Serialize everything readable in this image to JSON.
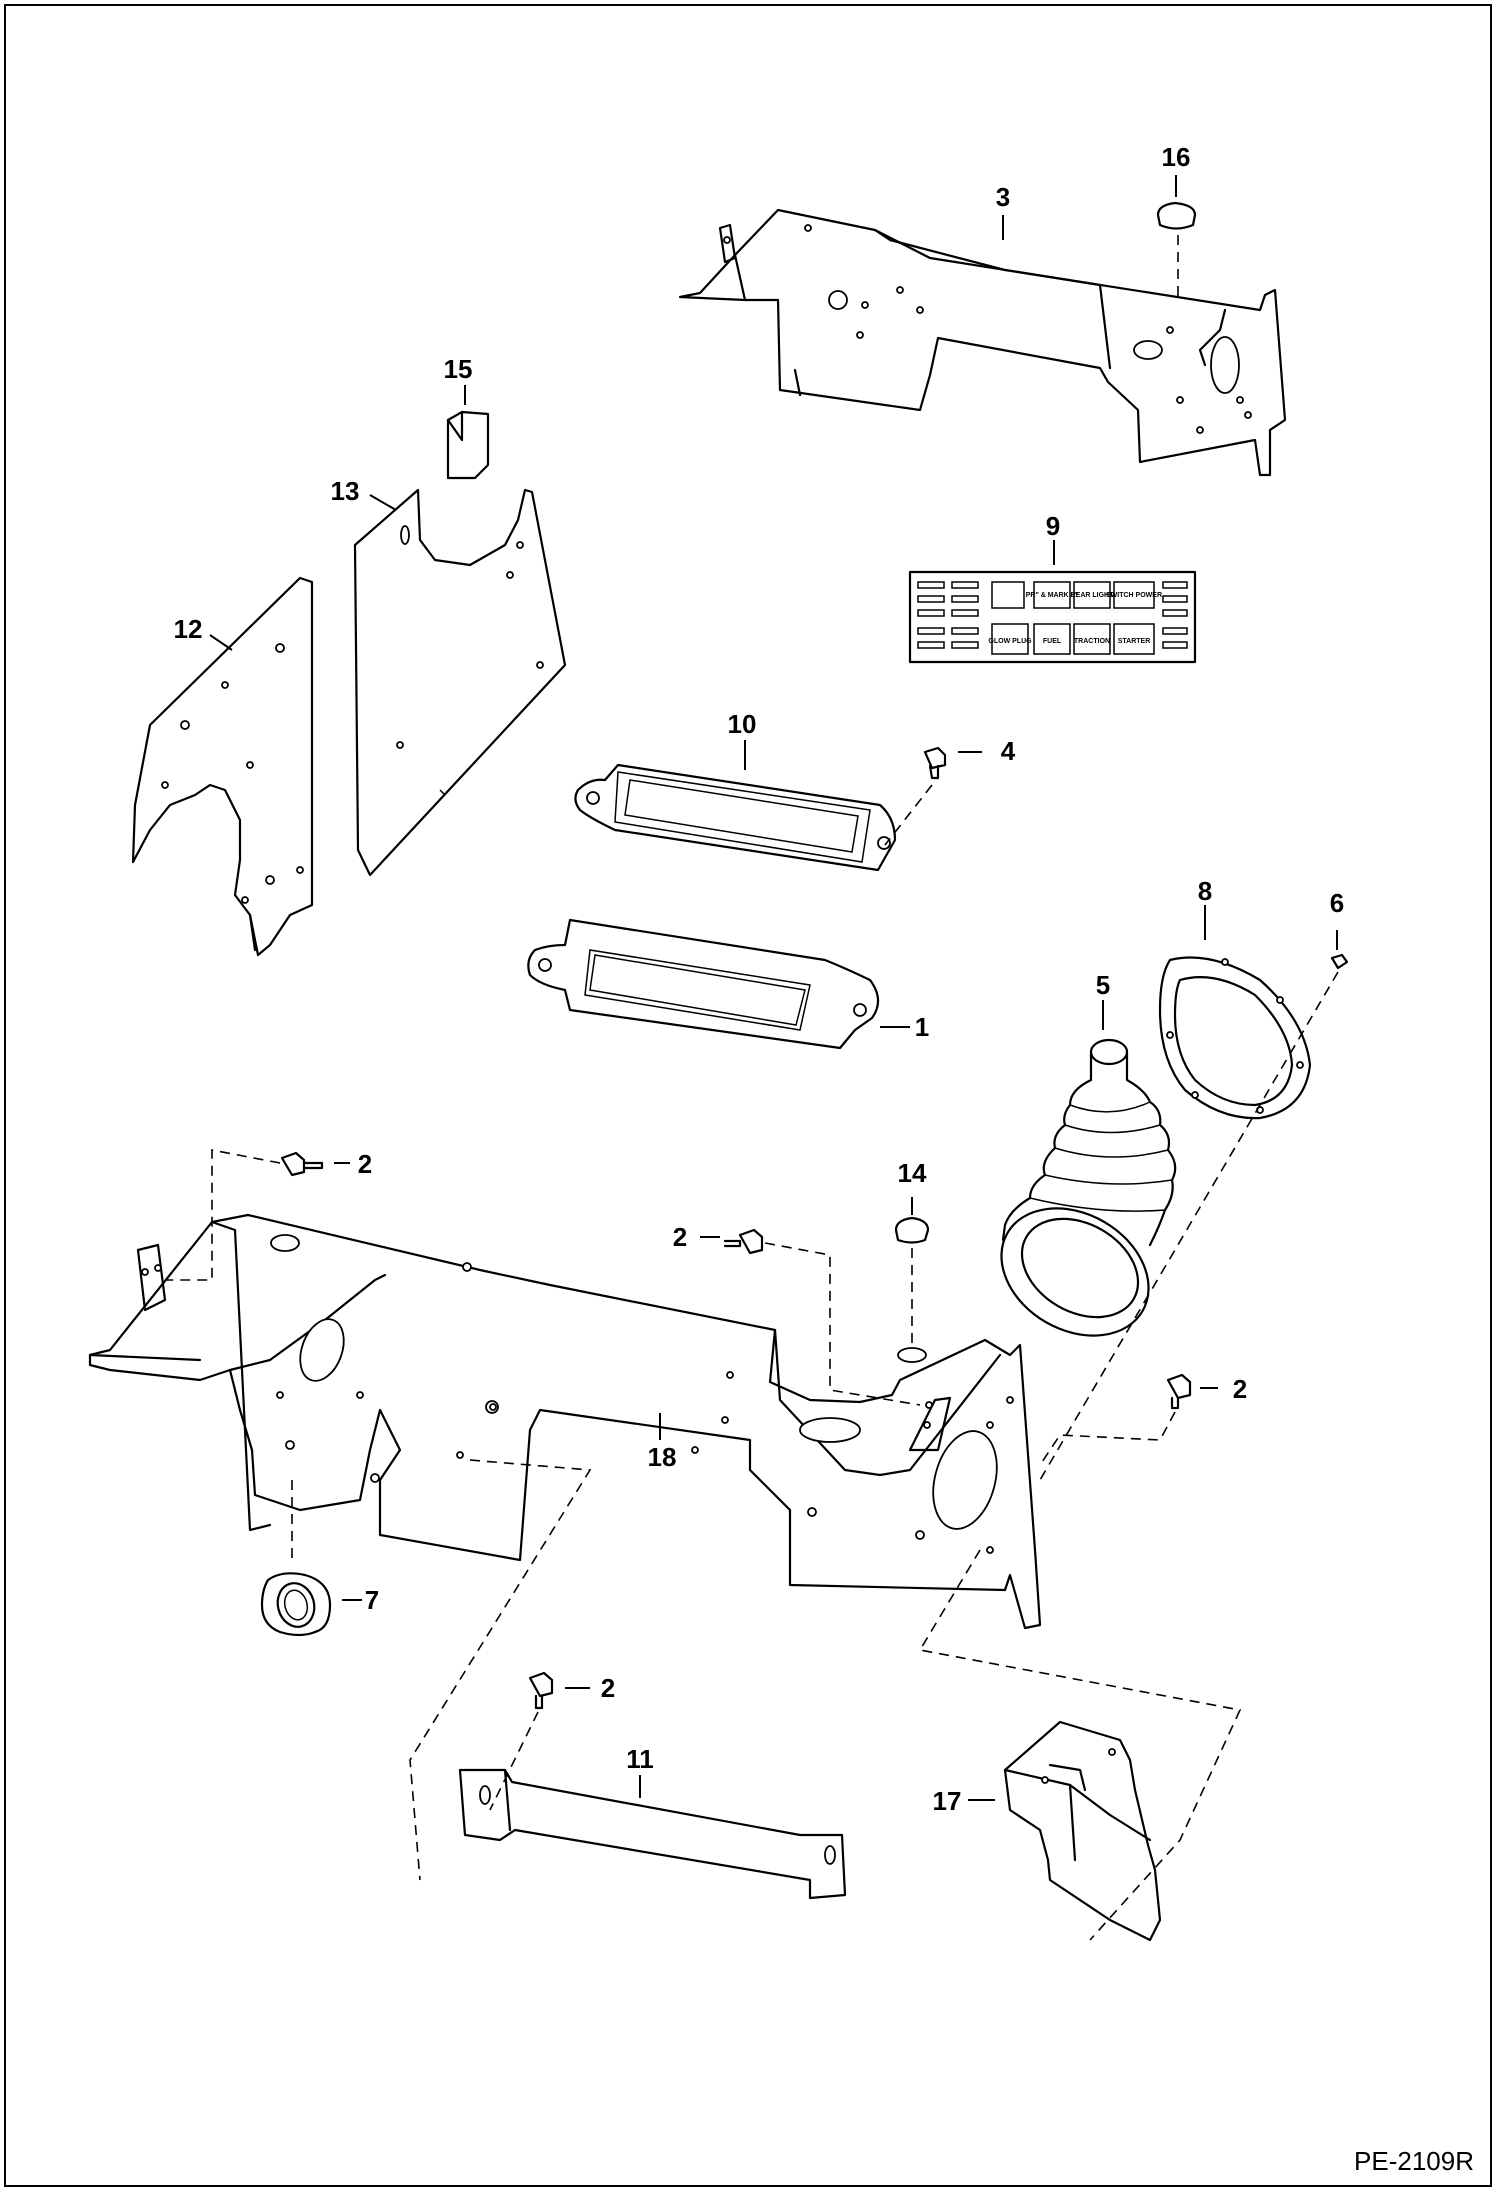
{
  "drawing_number": "PE-2109R",
  "callouts": {
    "c1": "1",
    "c2a": "2",
    "c2b": "2",
    "c2c": "2",
    "c2d": "2",
    "c3": "3",
    "c4": "4",
    "c5": "5",
    "c6": "6",
    "c7": "7",
    "c8": "8",
    "c9": "9",
    "c10": "10",
    "c11": "11",
    "c12": "12",
    "c13": "13",
    "c14": "14",
    "c15": "15",
    "c16": "16",
    "c17": "17",
    "c18": "18"
  },
  "decal_labels": {
    "l1": "PR\" & MARK L\"",
    "l2": "REAR LIGHT",
    "l3": "SWITCH POWER",
    "l4": "GLOW PLUG",
    "l5": "FUEL",
    "l6": "TRACTION",
    "l7": "STARTER"
  }
}
